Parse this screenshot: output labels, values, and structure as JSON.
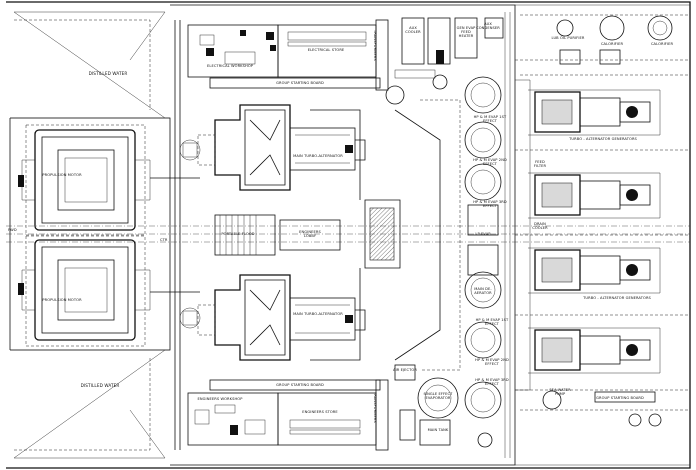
{
  "labels": {
    "distilled_water_top": "DISTILLED WATER",
    "distilled_water_bottom": "DISTILLED WATER",
    "propulsion_motor_top": "PROPULSION MOTOR",
    "propulsion_motor_bottom": "PROPULSION MOTOR",
    "electrical_workshop": "ELECTRICAL WORKSHOP",
    "electrical_store": "ELECTRICAL STORE",
    "group_starting_board_top": "GROUP STARTING BOARD",
    "group_starting_board_bottom": "GROUP STARTING BOARD",
    "group_starting_board_right": "GROUP STARTING BOARD",
    "engineers_workshop": "ENGINEERS WORKSHOP",
    "engineers_store": "ENGINEERS STORE",
    "main_turbo_alternator_top": "MAIN TURBO-ALTERNATOR",
    "main_turbo_alternator_bottom": "MAIN TURBO-ALTERNATOR",
    "turbo_alternator_generators_top": "TURBO - ALTERNATOR GENERATORS",
    "turbo_alternator_generators_bottom": "TURBO - ALTERNATOR GENERATORS",
    "portable_flood": "PORTABLE FLOOD",
    "engineers_lobby": "ENGINEERS LOBBY",
    "main_de_aerator": "MAIN DE-AERATOR",
    "single_effect_evaporator": "SINGLE EFFECT EVAPORATOR",
    "calorifier_1": "CALORIFIER",
    "calorifier_2": "CALORIFIER",
    "lub_oil_purifier": "LUB OIL PURIFIER",
    "transformers_top": "TRANSFORMERS",
    "transformers_bottom": "TRANSFORMERS",
    "fwd_label": "FWD",
    "ctr_label": "CTR",
    "main_evap_1st_effect_top": "HP & M EVAP 1ST EFFECT",
    "main_evap_2nd_effect_top": "HP & M EVAP 2ND EFFECT",
    "main_evap_3rd_effect_top": "HP & M EVAP 3RD EFFECT",
    "main_evap_1st_effect_bottom": "HP & M EVAP 1ST EFFECT",
    "main_evap_2nd_effect_bottom": "HP & M EVAP 2ND EFFECT",
    "main_evap_3rd_effect_bottom": "HP & M EVAP 3RD EFFECT",
    "aux_condenser": "AUX CONDENSER",
    "aux_cooler": "AUX COOLER",
    "gen_evap_feed_heater": "GEN EVAP FEED HEATER",
    "sea_water_pump": "SEA WATER PUMP",
    "feed_filter": "FEED FILTER",
    "drain_cooler": "DRAIN COOLER",
    "main_tank": "MAIN TANK",
    "air_ejector": "AIR EJECTOR",
    "lp_evap": "LP EVAP"
  }
}
